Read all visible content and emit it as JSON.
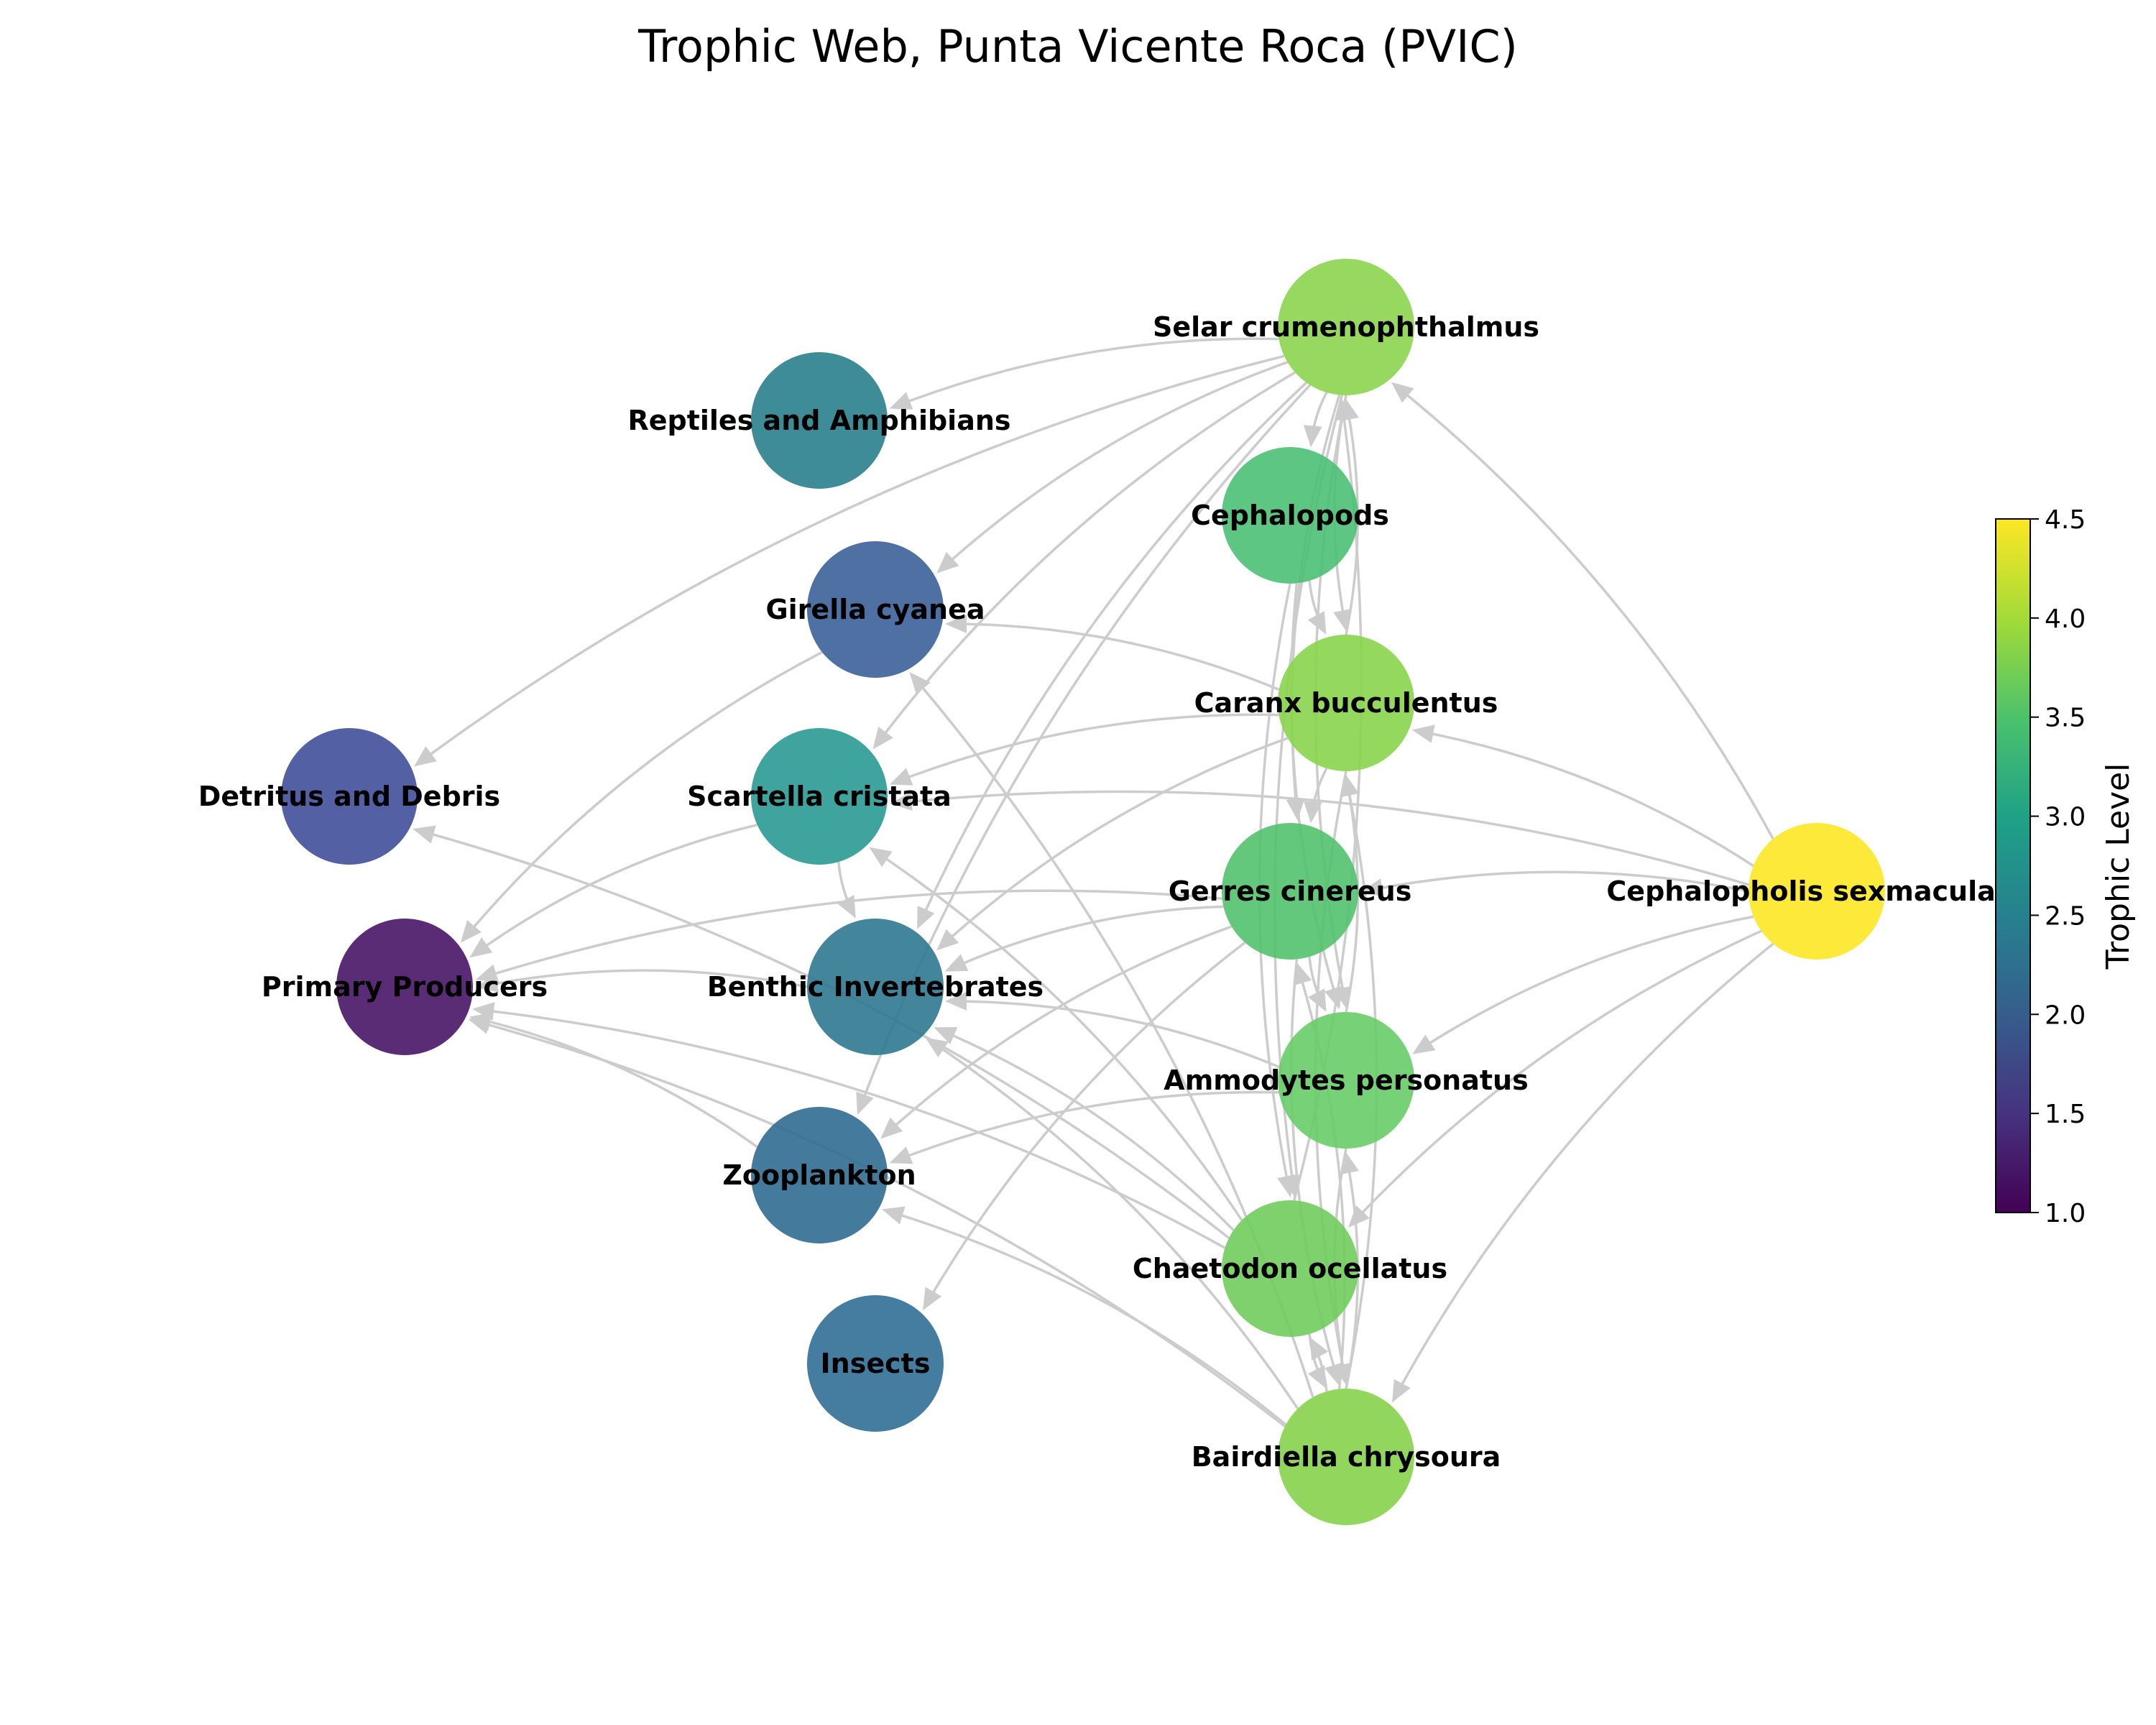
{
  "title": "Trophic Web, Punta Vicente Roca (PVIC)",
  "colorbar": {
    "label": "Trophic Level",
    "min": 1.0,
    "max": 4.5,
    "ticks": [
      "1.0",
      "1.5",
      "2.0",
      "2.5",
      "3.0",
      "3.5",
      "4.0",
      "4.5"
    ],
    "colormap": "viridis"
  },
  "nodes": [
    {
      "id": "primary",
      "label": "Primary Producers",
      "trophic_level": 1.0,
      "color": "#481567"
    },
    {
      "id": "detritus",
      "label": "Detritus and Debris",
      "trophic_level": 1.6,
      "color": "#40509a"
    },
    {
      "id": "girella",
      "label": "Girella cyanea",
      "trophic_level": 1.9,
      "color": "#3c6198"
    },
    {
      "id": "reptiles",
      "label": "Reptiles and Amphibians",
      "trophic_level": 2.6,
      "color": "#2a7f8e"
    },
    {
      "id": "scartella",
      "label": "Scartella cristata",
      "trophic_level": 2.9,
      "color": "#2a9a93"
    },
    {
      "id": "benthic",
      "label": "Benthic Invertebrates",
      "trophic_level": 2.4,
      "color": "#2f7990"
    },
    {
      "id": "zooplankton",
      "label": "Zooplankton",
      "trophic_level": 2.3,
      "color": "#306c91"
    },
    {
      "id": "insects",
      "label": "Insects",
      "trophic_level": 2.2,
      "color": "#316f96"
    },
    {
      "id": "selar",
      "label": "Selar crumenophthalmus",
      "trophic_level": 3.9,
      "color": "#8cd54f"
    },
    {
      "id": "cephalopods",
      "label": "Cephalopods",
      "trophic_level": 3.4,
      "color": "#4cc075"
    },
    {
      "id": "caranx",
      "label": "Caranx bucculentus",
      "trophic_level": 3.9,
      "color": "#8ad44d"
    },
    {
      "id": "gerres",
      "label": "Gerres cinereus",
      "trophic_level": 3.5,
      "color": "#52c26d"
    },
    {
      "id": "ammodytes",
      "label": "Ammodytes personatus",
      "trophic_level": 3.6,
      "color": "#67cc68"
    },
    {
      "id": "chaetodon",
      "label": "Chaetodon ocellatus",
      "trophic_level": 3.7,
      "color": "#70cc5c"
    },
    {
      "id": "bairdiella",
      "label": "Bairdiella chrysoura",
      "trophic_level": 3.9,
      "color": "#87d24d"
    },
    {
      "id": "cephalopholis",
      "label": "Cephalopholis sexmaculata",
      "trophic_level": 4.5,
      "color": "#fde725"
    }
  ],
  "edges": [
    [
      "selar",
      "reptiles"
    ],
    [
      "selar",
      "detritus"
    ],
    [
      "selar",
      "girella"
    ],
    [
      "selar",
      "scartella"
    ],
    [
      "selar",
      "benthic"
    ],
    [
      "selar",
      "zooplankton"
    ],
    [
      "selar",
      "cephalopods"
    ],
    [
      "selar",
      "caranx"
    ],
    [
      "selar",
      "gerres"
    ],
    [
      "selar",
      "ammodytes"
    ],
    [
      "selar",
      "chaetodon"
    ],
    [
      "cephalopods",
      "caranx"
    ],
    [
      "cephalopods",
      "ammodytes"
    ],
    [
      "cephalopods",
      "chaetodon"
    ],
    [
      "caranx",
      "selar"
    ],
    [
      "caranx",
      "girella"
    ],
    [
      "caranx",
      "scartella"
    ],
    [
      "caranx",
      "benthic"
    ],
    [
      "caranx",
      "gerres"
    ],
    [
      "caranx",
      "bairdiella"
    ],
    [
      "gerres",
      "primary"
    ],
    [
      "gerres",
      "benthic"
    ],
    [
      "gerres",
      "zooplankton"
    ],
    [
      "gerres",
      "insects"
    ],
    [
      "gerres",
      "ammodytes"
    ],
    [
      "gerres",
      "bairdiella"
    ],
    [
      "ammodytes",
      "zooplankton"
    ],
    [
      "ammodytes",
      "benthic"
    ],
    [
      "ammodytes",
      "caranx"
    ],
    [
      "ammodytes",
      "bairdiella"
    ],
    [
      "chaetodon",
      "primary"
    ],
    [
      "chaetodon",
      "benthic"
    ],
    [
      "chaetodon",
      "detritus"
    ],
    [
      "chaetodon",
      "scartella"
    ],
    [
      "chaetodon",
      "selar"
    ],
    [
      "chaetodon",
      "bairdiella"
    ],
    [
      "bairdiella",
      "primary"
    ],
    [
      "bairdiella",
      "zooplankton"
    ],
    [
      "bairdiella",
      "benthic"
    ],
    [
      "bairdiella",
      "girella"
    ],
    [
      "bairdiella",
      "ammodytes"
    ],
    [
      "bairdiella",
      "gerres"
    ],
    [
      "bairdiella",
      "caranx"
    ],
    [
      "bairdiella",
      "chaetodon"
    ],
    [
      "girella",
      "primary"
    ],
    [
      "scartella",
      "primary"
    ],
    [
      "scartella",
      "benthic"
    ],
    [
      "benthic",
      "primary"
    ],
    [
      "zooplankton",
      "primary"
    ],
    [
      "cephalopholis",
      "selar"
    ],
    [
      "cephalopholis",
      "caranx"
    ],
    [
      "cephalopholis",
      "scartella"
    ],
    [
      "cephalopholis",
      "gerres"
    ],
    [
      "cephalopholis",
      "ammodytes"
    ],
    [
      "cephalopholis",
      "chaetodon"
    ],
    [
      "cephalopholis",
      "bairdiella"
    ]
  ]
}
